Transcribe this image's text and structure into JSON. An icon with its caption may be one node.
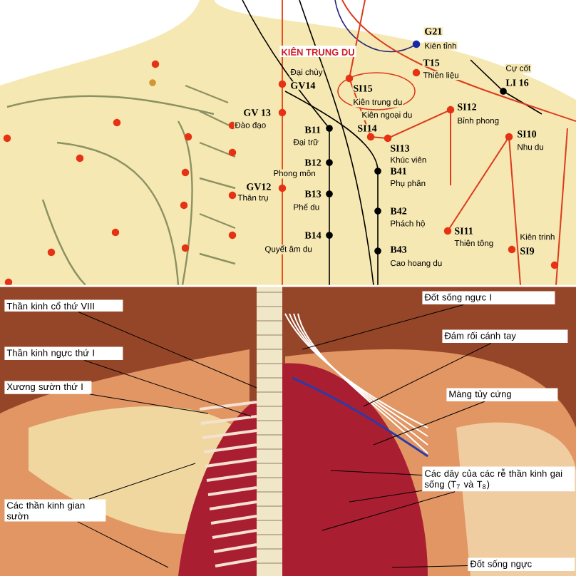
{
  "diagram": {
    "nodes": [
      {
        "text": [
          "Thần kinh cổ thứ VIII"
        ]
      },
      {
        "text": [
          "Thần kinh ngực thứ I"
        ]
      },
      {
        "text": [
          "Xương sườn thứ I"
        ]
      },
      {
        "text": [
          "Các thần kinh gian sườn"
        ]
      },
      {
        "text": [
          "Đốt sống ngực I"
        ]
      },
      {
        "text": [
          "Đám rối cánh tay"
        ]
      },
      {
        "text": [
          "Màng tủy cứng"
        ]
      },
      {
        "text": [
          "Các dây của các rễ thần kinh gai sống (T$_{7}$ và T$_{8}$)"
        ]
      },
      {
        "text": [
          "Đốt sống ngực"
        ]
      }
    ],
    "edges": [
      {
        "from": 0,
        "to": null,
        "arrow": "none"
      },
      {
        "from": 1,
        "to": null,
        "arrow": "none"
      },
      {
        "from": 2,
        "to": null,
        "arrow": "none"
      },
      {
        "from": 3,
        "to": null,
        "arrow": "none"
      },
      {
        "from": 3,
        "to": null,
        "arrow": "none"
      },
      {
        "from": 4,
        "to": null,
        "arrow": "none"
      },
      {
        "from": 5,
        "to": null,
        "arrow": "none"
      },
      {
        "from": 6,
        "to": null,
        "arrow": "none"
      },
      {
        "from": 7,
        "to": null,
        "arrow": "none"
      },
      {
        "from": 7,
        "to": null,
        "arrow": "none"
      },
      {
        "from": 7,
        "to": null,
        "arrow": "none"
      },
      {
        "from": 8,
        "to": null,
        "arrow": "none"
      }
    ],
    "labels": [
      "G21",
      "Kiên tỉnh",
      "KIÊN TRUNG DU",
      "T15",
      "Thiên liệu",
      "Cự cốt",
      "LI 16",
      "Đại chùy",
      "GV14",
      "SI15",
      "Kiên trung du",
      "GV 13",
      "Đào đạo",
      "Kiên ngoại du",
      "SI12",
      "Bỉnh phong",
      "B11",
      "SI14",
      "SI10",
      "Nhu du",
      "Đại trữ",
      "SI13",
      "Khúc viên",
      "B12",
      "B41",
      "Phong môn",
      "Phụ phân",
      "GV12",
      "Thân trụ",
      "B13",
      "Phế du",
      "B42",
      "Phách hộ",
      "SI11",
      "Kiên trinh",
      "Thiên tông",
      "SI9",
      "B14",
      "Quyết âm du",
      "B43",
      "Cao hoang du"
    ]
  }
}
